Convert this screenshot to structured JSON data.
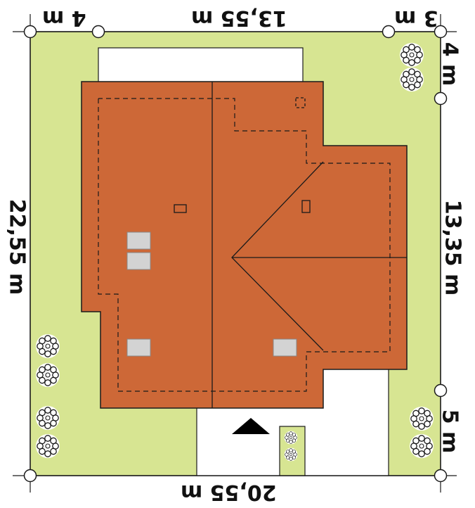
{
  "colors": {
    "plot": "#d7e592",
    "roof": "#cd6837",
    "paving": "#ffffff",
    "skylight": "#d3d3d3",
    "outline": "#1a1a1a",
    "entrance_arrow": "#000000"
  },
  "dimensions": {
    "top_left": "4 m",
    "top_center": "13,55 m",
    "top_right": "3 m",
    "right_top": "4 m",
    "right_middle": "13,35 m",
    "right_bottom": "5 m",
    "left": "22,55 m",
    "bottom": "20,55 m"
  },
  "icons": {
    "tree": "shrub-icon",
    "entrance": "entrance-arrow-icon"
  }
}
